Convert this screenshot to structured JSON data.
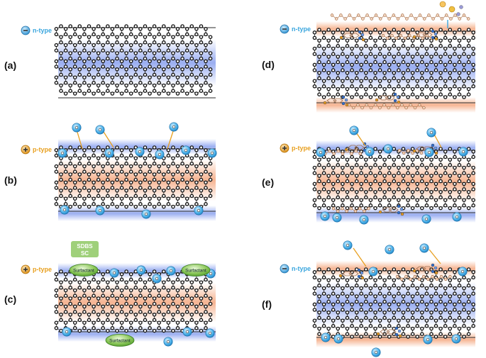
{
  "colors": {
    "n_type": "#3aa6de",
    "p_type": "#e8a020",
    "blue_band": "#8fa5ef",
    "orange_band": "#f5b08c",
    "surfactant": "#7cc045",
    "sc_box": "#9fd07a"
  },
  "panels": [
    {
      "label": "(a)",
      "type_label": "n-type",
      "type_sign": "−",
      "type": "n"
    },
    {
      "label": "(b)",
      "type_label": "p-type",
      "type_sign": "+",
      "type": "p"
    },
    {
      "label": "(c)",
      "type_label": "p-type",
      "type_sign": "+",
      "type": "p"
    },
    {
      "label": "(d)",
      "type_label": "n-type",
      "type_sign": "−",
      "type": "n"
    },
    {
      "label": "(e)",
      "type_label": "p-type",
      "type_sign": "+",
      "type": "p"
    },
    {
      "label": "(f)",
      "type_label": "n-type",
      "type_sign": "−",
      "type": "n"
    }
  ],
  "surfactant_label": "Surfactant",
  "sc_box": {
    "line1": "SDBS",
    "line2": "SC"
  }
}
